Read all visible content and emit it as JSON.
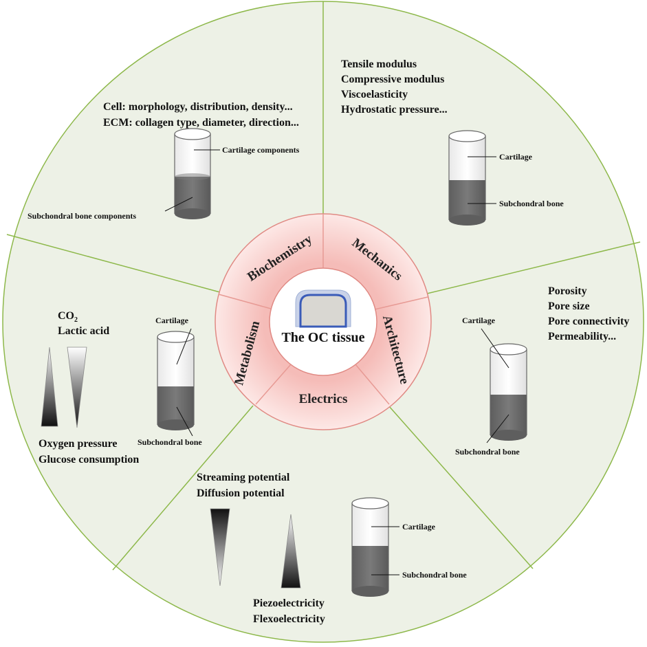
{
  "center": {
    "label": "The OC tissue"
  },
  "segments": {
    "biochemistry": "Biochemistry",
    "mechanics": "Mechanics",
    "architecture": "Architecture",
    "electrics": "Electrics",
    "metabolism": "Metabolism"
  },
  "biochemistry_panel": {
    "line1": "Cell: morphology, distribution, density...",
    "line2": "ECM: collagen type, diameter, direction...",
    "top_label": "Cartilage components",
    "bottom_label": "Subchondral bone components"
  },
  "mechanics_panel": {
    "props": [
      "Tensile modulus",
      "Compressive modulus",
      "Viscoelasticity",
      "Hydrostatic pressure..."
    ],
    "top_label": "Cartilage",
    "bottom_label": "Subchondral bone"
  },
  "architecture_panel": {
    "props": [
      "Porosity",
      "Pore size",
      "Pore connectivity",
      "Permeability..."
    ],
    "top_label": "Cartilage",
    "bottom_label": "Subchondral bone"
  },
  "electrics_panel": {
    "props_top": [
      "Streaming potential",
      "Diffusion potential"
    ],
    "props_bottom": [
      "Piezoelectricity",
      "Flexoelectricity"
    ],
    "top_label": "Cartilage",
    "bottom_label": "Subchondral bone"
  },
  "metabolism_panel": {
    "co2_main": "CO",
    "co2_sub": "2",
    "lactic": "Lactic acid",
    "oxygen": "Oxygen pressure",
    "glucose": "Glucose consumption",
    "top_label": "Cartilage",
    "bottom_label": "Subchondral bone"
  },
  "colors": {
    "outer_fill": "#edf1e6",
    "outer_stroke": "#8db84a",
    "ring_stroke": "#e08a84",
    "ring_inner": "#f6c7c4",
    "ring_outer": "#fbe3e1",
    "cartilage": "#ffffff",
    "bone": "#6b6b6b"
  }
}
